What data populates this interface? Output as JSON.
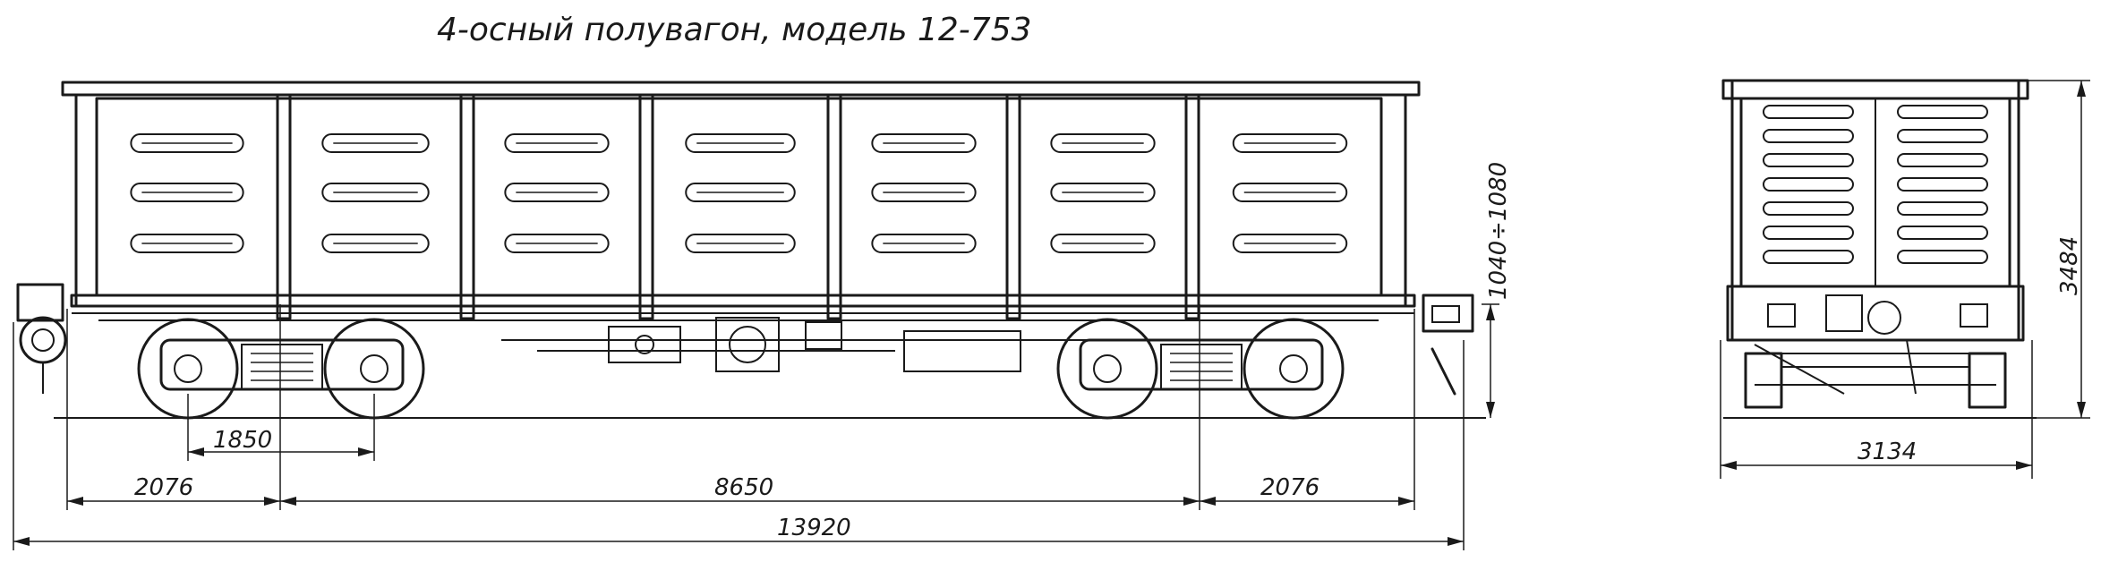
{
  "title": "4-осный  полувагон, модель 12-753",
  "side_view": {
    "dimensions": {
      "bogie_base": "1850",
      "end_left": "2076",
      "bogie_centers": "8650",
      "end_right": "2076",
      "overall_length": "13920",
      "height_range": "1040÷1080"
    }
  },
  "end_view": {
    "dimensions": {
      "width": "3134",
      "height": "3484"
    }
  }
}
